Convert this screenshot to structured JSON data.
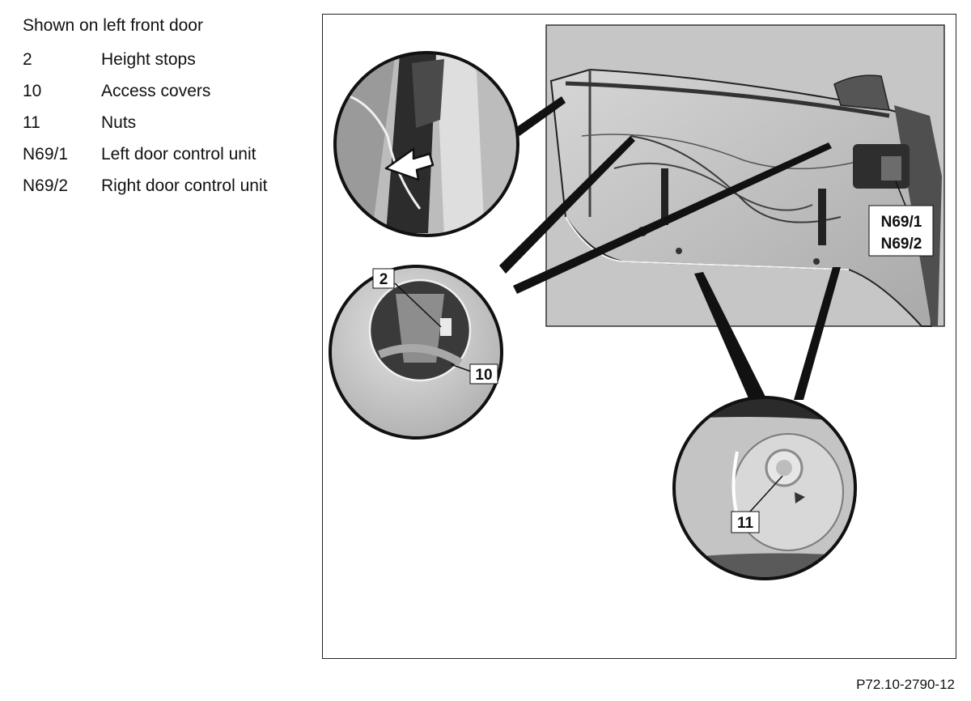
{
  "legend": {
    "caption": "Shown on left front door",
    "items": [
      {
        "code": "2",
        "label": "Height stops"
      },
      {
        "code": "10",
        "label": "Access covers"
      },
      {
        "code": "11",
        "label": "Nuts"
      },
      {
        "code": "N69/1",
        "label": "Left door control unit"
      },
      {
        "code": "N69/2",
        "label": "Right door control unit"
      }
    ]
  },
  "figure": {
    "callouts": {
      "height_stop": "2",
      "access_cover": "10",
      "nut": "11",
      "left_control_unit": "N69/1",
      "right_control_unit": "N69/2"
    },
    "id": "P72.10-2790-12"
  }
}
